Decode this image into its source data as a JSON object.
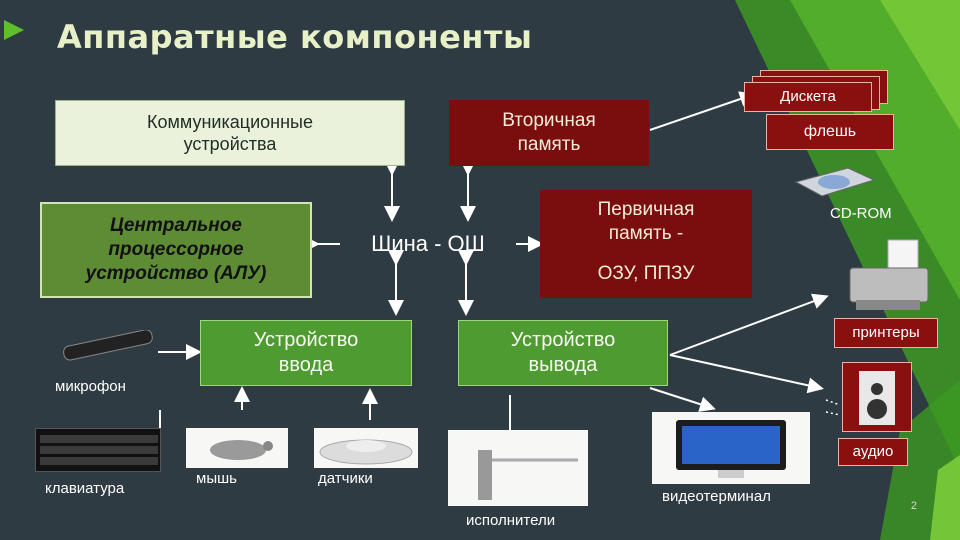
{
  "title": "Аппаратные компоненты",
  "boxes": {
    "communication": "Коммуникационные\nустройства",
    "secondary_memory": "Вторичная\nпамять",
    "cpu": "Центральное\nпроцессорное\nустройство (АЛУ)",
    "bus": "Шина - ОШ",
    "primary_memory_top": "Первичная\nпамять -",
    "primary_memory_bottom": "ОЗУ, ППЗУ",
    "input_device": "Устройство\nввода",
    "output_device": "Устройство\nвывода",
    "diskette": "Дискета",
    "flash": "флешь"
  },
  "labels": {
    "microphone": "микрофон",
    "keyboard": "клавиатура",
    "mouse": "мышь",
    "sensors": "датчики",
    "actuators": "исполнители",
    "video_terminal": "видеотерминал",
    "cd_rom": "CD-ROM",
    "printers": "принтеры",
    "audio": "аудио"
  },
  "page_number": "2",
  "colors": {
    "accent_green": "#4e9b32",
    "dark_red": "#7a0d0d",
    "background": "#2f3b42"
  }
}
